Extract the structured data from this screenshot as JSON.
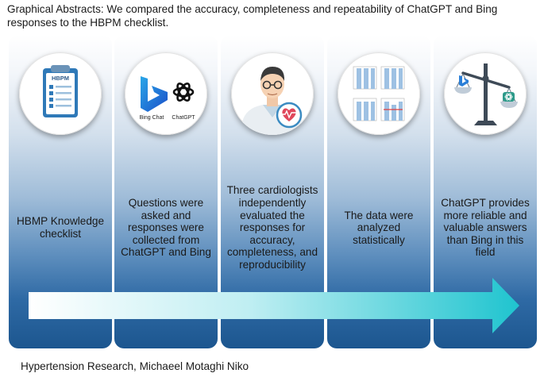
{
  "heading": "Graphical Abstracts: We compared the accuracy, completeness and repeatability of ChatGPT and Bing responses to the HBPM checklist.",
  "panels": [
    {
      "text": "HBMP Knowledge checklist",
      "icon": "clipboard-checklist-icon",
      "clipboard_label": "HBPM"
    },
    {
      "text": "Questions were asked and responses were collected from ChatGPT and Bing",
      "icon": "bing-chatgpt-logos-icon",
      "bing_label": "Bing Chat",
      "chatgpt_label": "ChatGPT"
    },
    {
      "text": "Three cardiologists independently evaluated the responses for accuracy, completeness, and reproducibility",
      "icon": "doctor-heart-icon"
    },
    {
      "text": "The data were analyzed statistically",
      "icon": "bar-charts-thumbnail-icon"
    },
    {
      "text": "ChatGPT provides more reliable and valuable answers than Bing in this field",
      "icon": "balance-scale-icon"
    }
  ],
  "footer": "Hypertension Research, Michaeel Motaghi Niko",
  "colors": {
    "panel_top": "#ffffff",
    "panel_bottom": "#1c568f",
    "arrow_start": "#ffffff",
    "arrow_end": "#1fc4cf"
  }
}
